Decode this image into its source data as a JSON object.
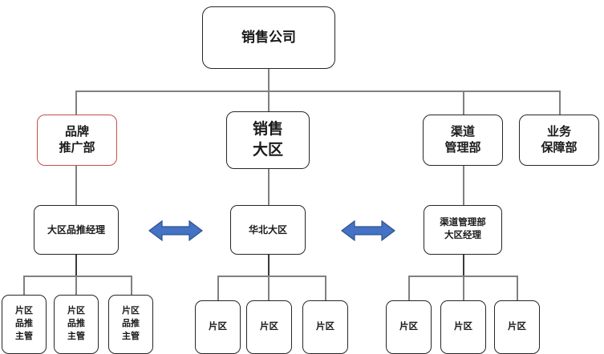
{
  "chart_title": "",
  "nodes": {
    "root": {
      "label": "销售公司"
    },
    "dept_brand": {
      "line1": "品牌",
      "line2": "推广部"
    },
    "dept_sales": {
      "line1": "销售",
      "line2": "大区"
    },
    "dept_channel": {
      "line1": "渠道",
      "line2": "管理部"
    },
    "dept_support": {
      "line1": "业务",
      "line2": "保障部"
    },
    "mgr_brand": {
      "label": "大区品推经理"
    },
    "mgr_region": {
      "label": "华北大区"
    },
    "mgr_channel": {
      "line1": "渠道管理部",
      "line2": "大区经理"
    },
    "leaves_left": [
      {
        "line1": "片区",
        "line2": "品推",
        "line3": "主管"
      },
      {
        "line1": "片区",
        "line2": "品推",
        "line3": "主管"
      },
      {
        "line1": "片区",
        "line2": "品推",
        "line3": "主管"
      }
    ],
    "leaves_middle": [
      {
        "label": "片区"
      },
      {
        "label": "片区"
      },
      {
        "label": "片区"
      }
    ],
    "leaves_right": [
      {
        "label": "片区"
      },
      {
        "label": "片区"
      },
      {
        "label": "片区"
      }
    ]
  },
  "arrows": {
    "left_double": "双向箭头",
    "right_double": "双向箭头"
  },
  "colors": {
    "box_border": "#262626",
    "brand_border": "#c0504d",
    "connector": "#808080",
    "arrow_fill": "#4472c4",
    "arrow_stroke": "#2f528f",
    "background": "#ffffff"
  }
}
